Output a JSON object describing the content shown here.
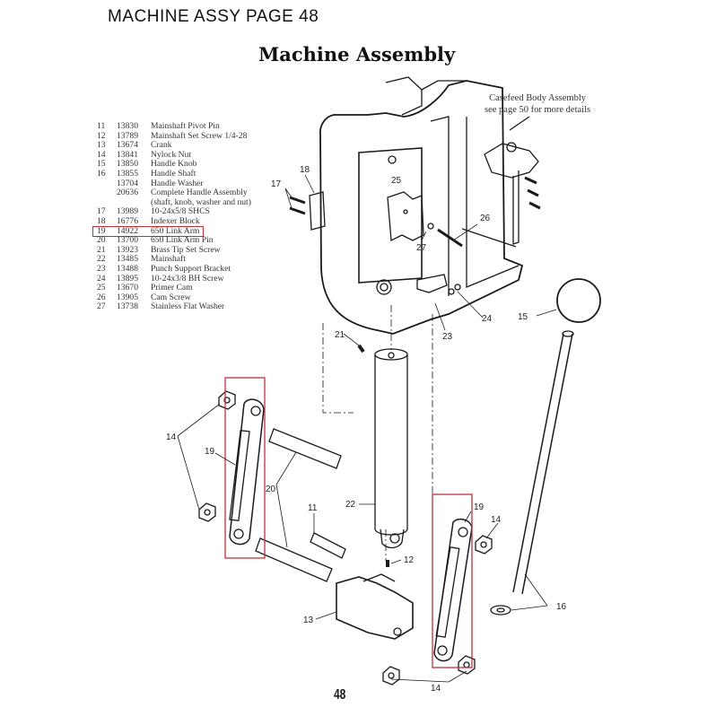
{
  "header": {
    "page_label": "MACHINE ASSY PAGE 48"
  },
  "title": "Machine Assembly",
  "parts_list": [
    {
      "ref": "11",
      "part_no": "13830",
      "description": "Mainshaft Pivot Pin"
    },
    {
      "ref": "12",
      "part_no": "13789",
      "description": "Mainshaft Set Screw 1/4-28"
    },
    {
      "ref": "13",
      "part_no": "13674",
      "description": "Crank"
    },
    {
      "ref": "14",
      "part_no": "13841",
      "description": "Nylock Nut"
    },
    {
      "ref": "15",
      "part_no": "13850",
      "description": "Handle Knob"
    },
    {
      "ref": "16",
      "part_no": "13855",
      "description": "Handle Shaft"
    },
    {
      "ref": "",
      "part_no": "13704",
      "description": "Handle Washer"
    },
    {
      "ref": "",
      "part_no": "20636",
      "description": "Complete Handle Assembly"
    },
    {
      "ref": "",
      "part_no": "",
      "description": "(shaft, knob, washer and nut)"
    },
    {
      "ref": "17",
      "part_no": "13989",
      "description": "10-24x5/8 SHCS"
    },
    {
      "ref": "18",
      "part_no": "16776",
      "description": "Indexer Block"
    },
    {
      "ref": "19",
      "part_no": "14922",
      "description": "650 Link Arm",
      "highlighted": true
    },
    {
      "ref": "20",
      "part_no": "13700",
      "description": "650 Link Arm Pin"
    },
    {
      "ref": "21",
      "part_no": "13923",
      "description": "Brass Tip Set Screw"
    },
    {
      "ref": "22",
      "part_no": "13485",
      "description": "Mainshaft"
    },
    {
      "ref": "23",
      "part_no": "13488",
      "description": "Punch Support Bracket"
    },
    {
      "ref": "24",
      "part_no": "13895",
      "description": "10-24x3/8 BH Screw"
    },
    {
      "ref": "25",
      "part_no": "13670",
      "description": "Primer Cam"
    },
    {
      "ref": "26",
      "part_no": "13905",
      "description": "Cam Screw"
    },
    {
      "ref": "27",
      "part_no": "13738",
      "description": "Stainless Flat Washer"
    }
  ],
  "note": {
    "line1": "Casefeed Body Assembly",
    "line2": "see page 50 for more details"
  },
  "callouts": {
    "c11": "11",
    "c12": "12",
    "c13": "13",
    "c14a": "14",
    "c14b": "14",
    "c14c": "14",
    "c15": "15",
    "c16": "16",
    "c17": "17",
    "c18": "18",
    "c19a": "19",
    "c19b": "19",
    "c20": "20",
    "c21": "21",
    "c22": "22",
    "c23": "23",
    "c24": "24",
    "c25": "25",
    "c26": "26",
    "c27": "27"
  },
  "page_number": "48",
  "colors": {
    "highlight": "#c0313a",
    "line": "#1a1a1a"
  }
}
